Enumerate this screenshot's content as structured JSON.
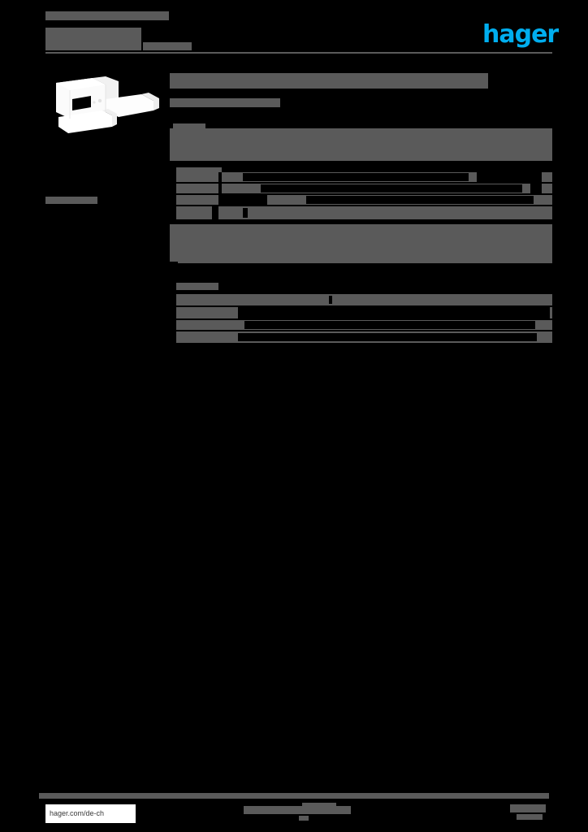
{
  "document": {
    "kicker": "",
    "title": "",
    "title_tail": "",
    "brand": "hager",
    "left_caption": "",
    "product_heading": "",
    "product_subheading": ""
  },
  "product_image": {
    "alt": "white plastic mounting bracket accessory",
    "background": "#000000",
    "body_color": "#ffffff"
  },
  "colors": {
    "brand": "#00AEEF",
    "redaction": "#5a5a5a",
    "page_background": "#000000",
    "footer_box": "#ffffff"
  },
  "tables": [
    {
      "name": "characteristics-block-1",
      "tab_label": "",
      "rows": [
        {
          "label": "",
          "value": "",
          "unit": ""
        },
        {
          "label": "",
          "value": "",
          "unit": ""
        },
        {
          "label": "",
          "value": "",
          "unit": ""
        }
      ]
    },
    {
      "name": "characteristics-block-2",
      "tab_label": "",
      "rows": [
        {
          "label": "",
          "value": "",
          "unit": ""
        },
        {
          "label": "",
          "value": "",
          "unit": ""
        },
        {
          "label": "",
          "value": "",
          "unit": ""
        },
        {
          "label": "",
          "value": "",
          "unit": ""
        }
      ]
    },
    {
      "name": "characteristics-block-3",
      "tab_label": "",
      "rows": [
        {
          "label": "",
          "value": "",
          "unit": ""
        },
        {
          "label": "",
          "value": "",
          "unit": ""
        }
      ]
    },
    {
      "name": "characteristics-block-4",
      "tab_label": "",
      "rows": [
        {
          "label": "",
          "value": "",
          "unit": ""
        },
        {
          "label": "",
          "value": "",
          "unit": ""
        },
        {
          "label": "",
          "value": "",
          "unit": ""
        },
        {
          "label": "",
          "value": "",
          "unit": ""
        }
      ]
    }
  ],
  "footer": {
    "url": "hager.com/de-ch",
    "center_line_1": "",
    "center_line_2": "",
    "center_line_3": "",
    "page_number": "",
    "page_number_2": ""
  }
}
